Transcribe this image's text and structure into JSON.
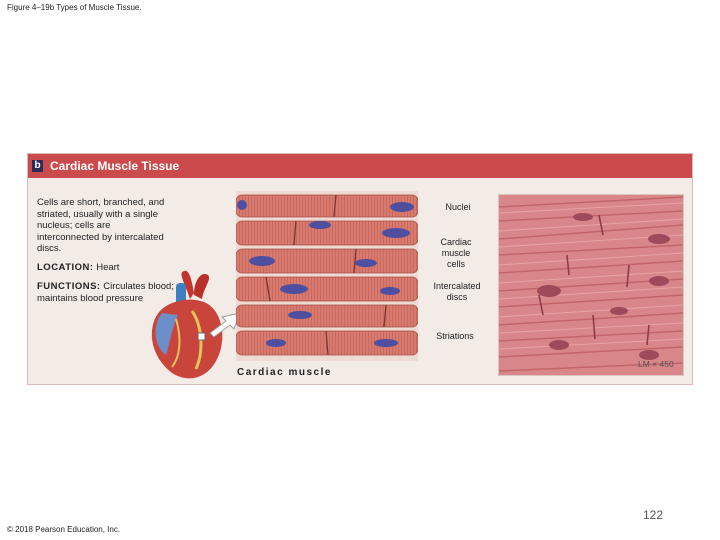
{
  "figure_title": "Figure 4–19b Types of Muscle Tissue.",
  "panel": {
    "letter": "b",
    "title": "Cardiac Muscle Tissue",
    "description": "Cells are short, branched, and striated, usually with a single nucleus; cells are interconnected by intercalated discs.",
    "location_label": "LOCATION:",
    "location_text": "Heart",
    "functions_label": "FUNCTIONS:",
    "functions_text": "Circulates blood; maintains blood pressure",
    "caption": "Cardiac muscle",
    "magnification": "LM × 450",
    "callouts": [
      "Nuclei",
      "Cardiac muscle cells",
      "Intercalated discs",
      "Striations"
    ]
  },
  "colors": {
    "header": "#cb4a4b",
    "panel_bg": "#f3ebe6",
    "muscle": "#d97a6e",
    "nucleus": "#4e4fa0",
    "micrograph": "#d9868a"
  },
  "page_number": "122",
  "copyright": "© 2018 Pearson Education, Inc."
}
